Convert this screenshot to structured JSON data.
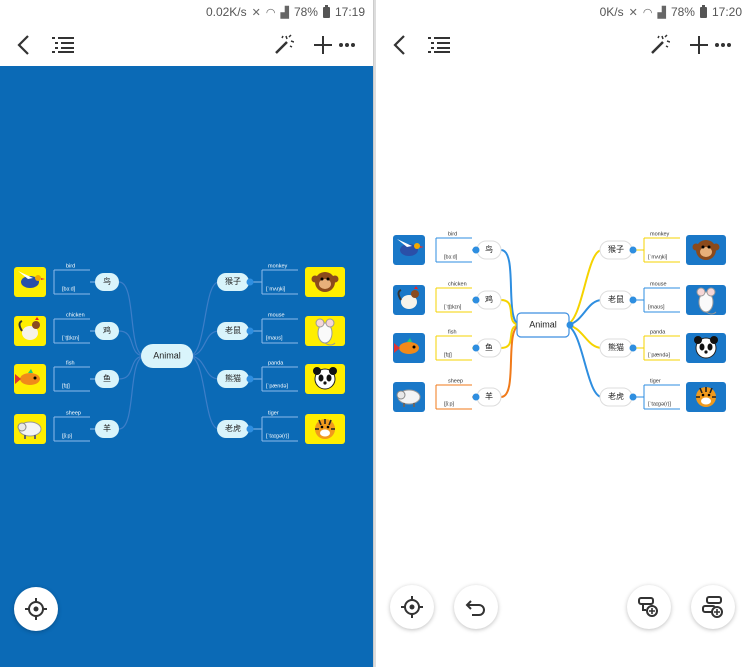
{
  "left": {
    "status": {
      "speed": "0.02K/s",
      "battery": "78%",
      "time": "17:19"
    },
    "root": "Animal"
  },
  "right": {
    "status": {
      "speed": "0K/s",
      "battery": "78%",
      "time": "17:20"
    },
    "root": "Animal"
  },
  "animals_left": [
    {
      "cn": "鸟",
      "en": "bird",
      "ipa": "[bɜːd]",
      "icon": "bird-icon"
    },
    {
      "cn": "鸡",
      "en": "chicken",
      "ipa": "[ˈtʃɪkɪn]",
      "icon": "chicken-icon"
    },
    {
      "cn": "鱼",
      "en": "fish",
      "ipa": "[fɪʃ]",
      "icon": "fish-icon"
    },
    {
      "cn": "羊",
      "en": "sheep",
      "ipa": "[ʃiːp]",
      "icon": "sheep-icon"
    }
  ],
  "animals_right": [
    {
      "cn": "猴子",
      "en": "monkey",
      "ipa": "[ˈmʌŋki]",
      "icon": "monkey-icon"
    },
    {
      "cn": "老鼠",
      "en": "mouse",
      "ipa": "[maʊs]",
      "icon": "mouse-icon"
    },
    {
      "cn": "熊猫",
      "en": "panda",
      "ipa": "[ˈpændə]",
      "icon": "panda-icon"
    },
    {
      "cn": "老虎",
      "en": "tiger",
      "ipa": "[ˈtaɪɡə(r)]",
      "icon": "tiger-icon"
    }
  ],
  "colors": {
    "canvas_blue": "#0b6ab6",
    "node_fill": "#d9f4fb",
    "pic_yellow": "#ffee00",
    "pic_blue": "#1a78c8",
    "branch_blue": "#2e8ee0",
    "branch_yellow": "#f5d300",
    "branch_orange": "#f07a1a"
  }
}
